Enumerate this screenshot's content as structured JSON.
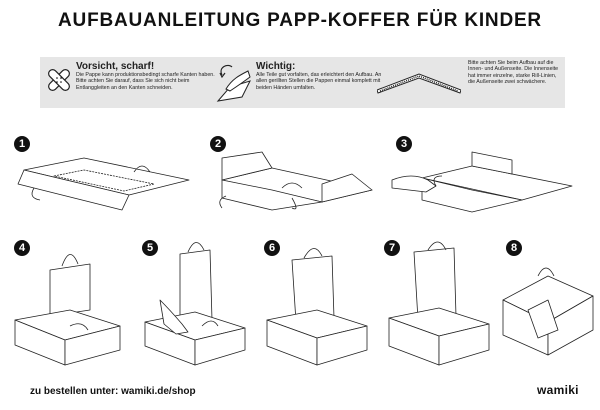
{
  "title": "AUFBAUANLEITUNG PAPP-KOFFER FÜR KINDER",
  "info": {
    "caution": {
      "heading": "Vorsicht, scharf!",
      "text": "Die Pappe kann produktionsbedingt scharfe Kanten haben. Bitte achten Sie darauf, dass Sie sich nicht beim Entlanggleiten an den Kanten schneiden.",
      "icon": "bandage-icon"
    },
    "important": {
      "heading": "Wichtig:",
      "text": "Alle Teile gut vorfalten, das erleichtert den Aufbau. An allen gerillten Stellen die Pappen einmal komplett mit beiden Händen umfalten.",
      "icon": "folding-hand-icon"
    },
    "sides": {
      "text": "Bitte achten Sie beim Aufbau auf die Innen- und Außenseite. Die Innenseite hat immer einzelne, starke Rill-Linien, die Außenseite zwei schwächere.",
      "icon": "fold-profile-icon"
    }
  },
  "steps": [
    "1",
    "2",
    "3",
    "4",
    "5",
    "6",
    "7",
    "8"
  ],
  "footer": {
    "order_text": "zu bestellen unter: wamiki.de/shop",
    "brand": "wamiki"
  }
}
